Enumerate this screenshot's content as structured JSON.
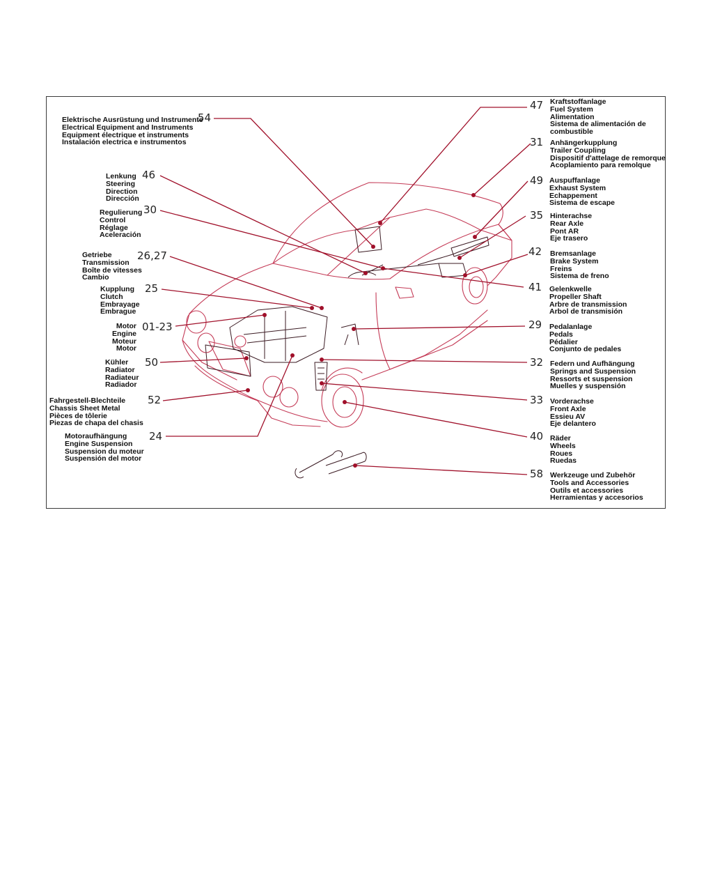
{
  "colors": {
    "leader": "#a0102a",
    "car_outline": "#c43a56",
    "text": "#111111",
    "frame": "#3a3a3a"
  },
  "callouts": {
    "c54": {
      "num": "54",
      "lines": [
        "Elektrische Ausrüstung und Instrumente",
        "Electrical Equipment and Instruments",
        "Equipment électrique et instruments",
        "Instalación electrica e instrumentos"
      ]
    },
    "c46": {
      "num": "46",
      "lines": [
        "Lenkung",
        "Steering",
        "Direction",
        "Dirección"
      ]
    },
    "c30": {
      "num": "30",
      "lines": [
        "Regulierung",
        "Control",
        "Réglage",
        "Aceleración"
      ]
    },
    "c26": {
      "num": "26,27",
      "lines": [
        "Getriebe",
        "Transmission",
        "Boîte de vitesses",
        "Cambio"
      ]
    },
    "c25": {
      "num": "25",
      "lines": [
        "Kupplung",
        "Clutch",
        "Embrayage",
        "Embrague"
      ]
    },
    "c01": {
      "num": "01-23",
      "lines": [
        "Motor",
        "Engine",
        "Moteur",
        "Motor"
      ]
    },
    "c50": {
      "num": "50",
      "lines": [
        "Kühler",
        "Radiator",
        "Radiateur",
        "Radiador"
      ]
    },
    "c52": {
      "num": "52",
      "lines": [
        "Fahrgestell-Blechteile",
        "Chassis Sheet Metal",
        "Pièces de tôlerie",
        "Piezas de chapa del chasis"
      ]
    },
    "c24": {
      "num": "24",
      "lines": [
        "Motoraufhängung",
        "Engine Suspension",
        "Suspension du moteur",
        "Suspensión del motor"
      ]
    },
    "c47": {
      "num": "47",
      "lines": [
        "Kraftstoffanlage",
        "Fuel System",
        "Alimentation",
        "Sistema de alimentación de",
        "combustible"
      ]
    },
    "c31": {
      "num": "31",
      "lines": [
        "Anhängerkupplung",
        "Trailer Coupling",
        "Dispositif d'attelage de remorque",
        "Acoplamiento para remolque"
      ]
    },
    "c49": {
      "num": "49",
      "lines": [
        "Auspuffanlage",
        "Exhaust System",
        "Echappement",
        "Sistema de escape"
      ]
    },
    "c35": {
      "num": "35",
      "lines": [
        "Hinterachse",
        "Rear Axle",
        "Pont AR",
        "Eje trasero"
      ]
    },
    "c42": {
      "num": "42",
      "lines": [
        "Bremsanlage",
        "Brake System",
        "Freins",
        "Sistema de freno"
      ]
    },
    "c41": {
      "num": "41",
      "lines": [
        "Gelenkwelle",
        "Propeller Shaft",
        "Arbre de transmission",
        "Arbol de transmisión"
      ]
    },
    "c29": {
      "num": "29",
      "lines": [
        "Pedalanlage",
        "Pedals",
        "Pédalier",
        "Conjunto de pedales"
      ]
    },
    "c32": {
      "num": "32",
      "lines": [
        "Federn und Aufhängung",
        "Springs and Suspension",
        "Ressorts et suspension",
        "Muelles y suspensión"
      ]
    },
    "c33": {
      "num": "33",
      "lines": [
        "Vorderachse",
        "Front Axle",
        "Essieu AV",
        "Eje delantero"
      ]
    },
    "c40": {
      "num": "40",
      "lines": [
        "Räder",
        "Wheels",
        "Roues",
        "Ruedas"
      ]
    },
    "c58": {
      "num": "58",
      "lines": [
        "Werkzeuge und Zubehör",
        "Tools and Accessories",
        "Outils et accessories",
        "Herramientas y accesorios"
      ]
    }
  }
}
